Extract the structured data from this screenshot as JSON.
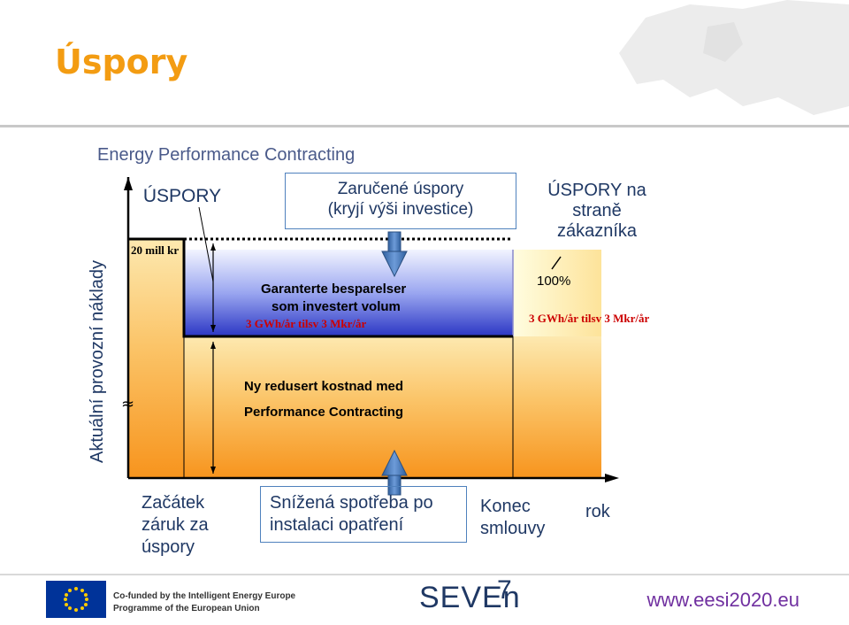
{
  "slide": {
    "title": "Úspory",
    "subtitle": "Energy Performance Contracting",
    "y_axis_label": "Aktuální provozní náklady"
  },
  "callouts": {
    "savings": "ÚSPORY",
    "guaranteed_line1": "Zaručené úspory",
    "guaranteed_line2": "(kryjí výši investice)",
    "customer_line1": "ÚSPORY na",
    "customer_line2": "straně",
    "customer_line3": "zákazníka"
  },
  "chart_text": {
    "top_value": "20 mill kr",
    "percent": "100%",
    "band_label_left": "3 GWh/år tilsv 3 Mkr/år",
    "band_label_right": "3 GWh/år tilsv 3 Mkr/år",
    "band_text_line1": "Garanterte besparelser",
    "band_text_line2": "som investert volum",
    "lower_text_line1": "Ny redusert kostnad med",
    "lower_text_line2": "Performance Contracting",
    "break_symbol": "≈"
  },
  "bottom_labels": {
    "start_line1": "Začátek",
    "start_line2": "záruk za",
    "start_line3": "úspory",
    "reduced_line1": "Snížená spotřeba po",
    "reduced_line2": "instalaci opatření",
    "end_line1": "Konec",
    "end_line2": "smlouvy",
    "year": "rok"
  },
  "footer": {
    "cofund_line1": "Co-funded by the Intelligent Energy Europe",
    "cofund_line2": "Programme of the European Union",
    "logo_text": "SEVEn",
    "logo_sub": "7",
    "url": "www.eesi2020.eu"
  },
  "colors": {
    "title": "#f39c12",
    "text_blue": "#1f3864",
    "band_blue": "#3340c8",
    "band_light": "#e8ecff",
    "orange": "#f7941d",
    "yellow": "#fff59a",
    "label_red": "#cc0000",
    "url_purple": "#7030a0",
    "arrow_blue": "#4f81bd"
  }
}
